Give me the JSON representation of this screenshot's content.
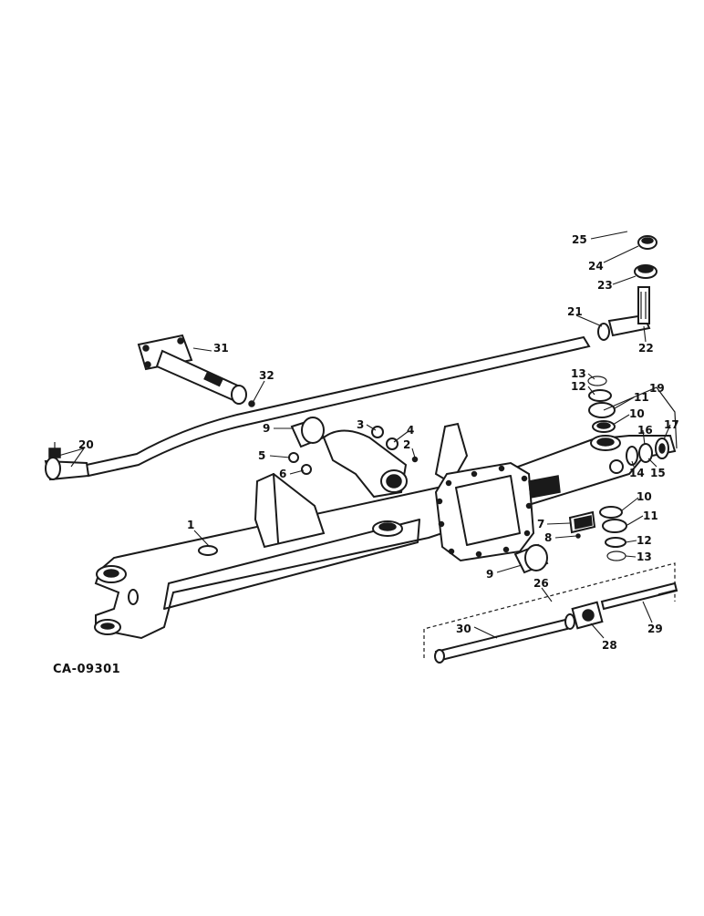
{
  "diagram": {
    "drawing_code": "CA-09301",
    "callouts": {
      "c1": "1",
      "c2": "2",
      "c3": "3",
      "c4": "4",
      "c5": "5",
      "c6": "6",
      "c7": "7",
      "c8": "8",
      "c9a": "9",
      "c9b": "9",
      "c10a": "10",
      "c10b": "10",
      "c11a": "11",
      "c11b": "11",
      "c12a": "12",
      "c12b": "12",
      "c13a": "13",
      "c13b": "13",
      "c14": "14",
      "c15": "15",
      "c16": "16",
      "c17": "17",
      "c19": "19",
      "c20": "20",
      "c21": "21",
      "c22": "22",
      "c23": "23",
      "c24": "24",
      "c25": "25",
      "c26": "26",
      "c28": "28",
      "c29": "29",
      "c30": "30",
      "c31": "31",
      "c32": "32"
    }
  }
}
